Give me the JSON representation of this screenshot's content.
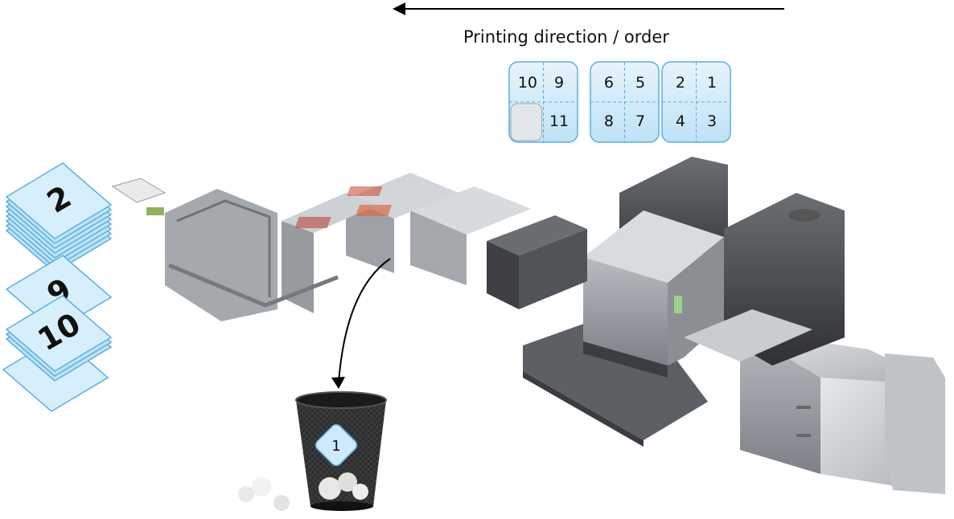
{
  "title": "Printing direction / order",
  "sheets": [
    {
      "cells": [
        "10",
        "9",
        "",
        "11"
      ],
      "blank_cell": 2
    },
    {
      "cells": [
        "6",
        "5",
        "8",
        "7"
      ]
    },
    {
      "cells": [
        "2",
        "1",
        "4",
        "3"
      ]
    }
  ],
  "stack_labels": {
    "top": "2",
    "middle": "9",
    "lower": "10"
  },
  "trash_label": "1",
  "colors": {
    "sheet_fill": "#cfe9f8",
    "sheet_border": "#5aaee0",
    "sheet_blank": "#e4e7ea",
    "machine_dark": "#4a4d52",
    "machine_light": "#c8ccd0",
    "arrow": "#000000"
  },
  "icons": [
    "left-arrow-icon",
    "trash-bin-icon",
    "crumpled-paper-icon",
    "paper-stack-icon"
  ]
}
